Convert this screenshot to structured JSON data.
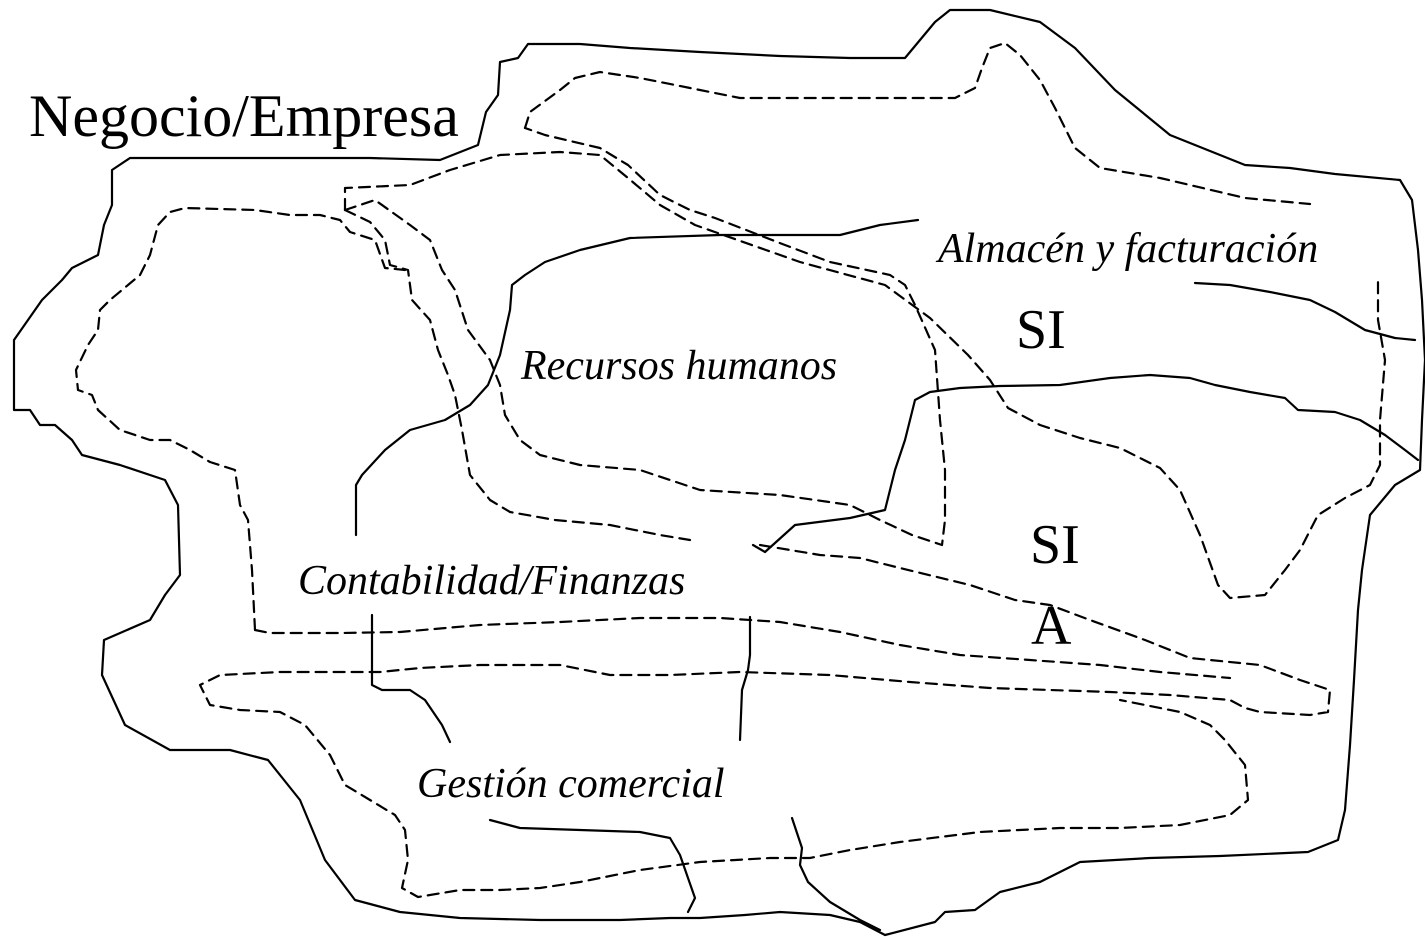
{
  "outer_label": "Negocio/Empresa",
  "areas": {
    "almacen": "Almacén y facturación",
    "rrhh": "Recursos humanos",
    "contabilidad": "Contabilidad/Finanzas",
    "comercial": "Gestión comercial"
  },
  "si_labels": {
    "si_top": "SI",
    "sia_line1": "SI",
    "sia_line2": "A"
  },
  "colors": {
    "ink": "#000000",
    "background": "#ffffff"
  }
}
